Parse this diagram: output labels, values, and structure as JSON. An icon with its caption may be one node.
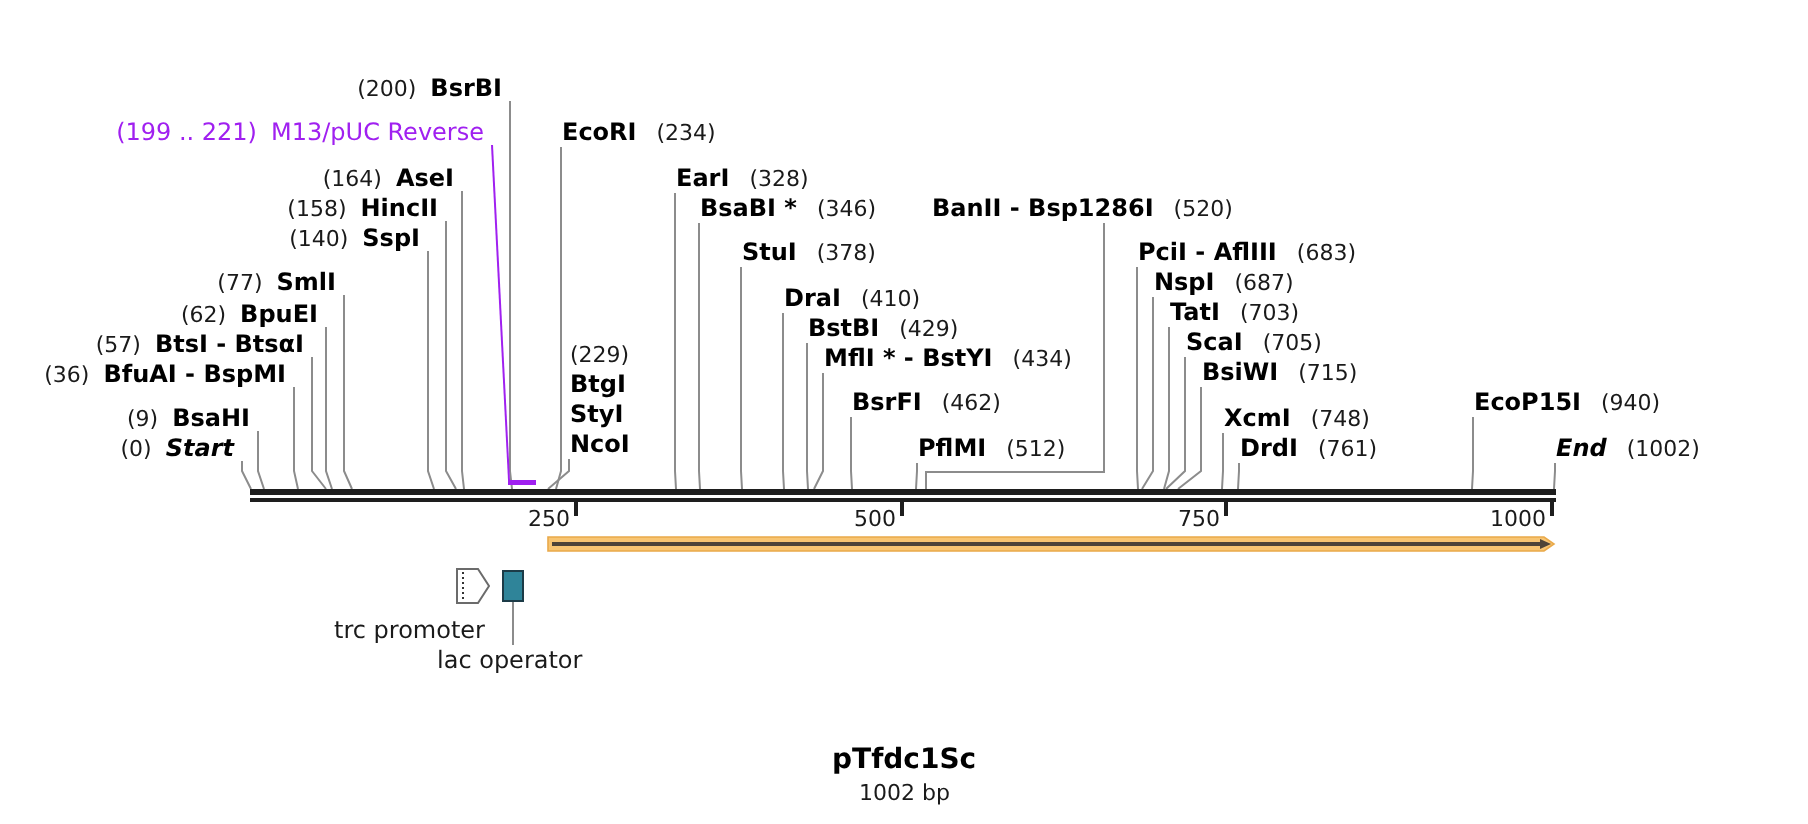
{
  "diagram": {
    "title": "pTfdc1Sc",
    "caption": "1002 bp",
    "nodes": [
      {
        "text": [
          "(200)",
          "BsrBI"
        ]
      },
      {
        "text": [
          "(199 .. 221)",
          "M13/pUC Reverse"
        ]
      },
      {
        "text": [
          "EcoRI",
          "(234)"
        ]
      },
      {
        "text": [
          "(164)",
          "AseI"
        ]
      },
      {
        "text": [
          "EarI",
          "(328)"
        ]
      },
      {
        "text": [
          "(158)",
          "HincII"
        ]
      },
      {
        "text": [
          "BsaBI *",
          "(346)"
        ]
      },
      {
        "text": [
          "BanII - Bsp1286I",
          "(520)"
        ]
      },
      {
        "text": [
          "(140)",
          "SspI"
        ]
      },
      {
        "text": [
          "StuI",
          "(378)"
        ]
      },
      {
        "text": [
          "PciI - AflIII",
          "(683)"
        ]
      },
      {
        "text": [
          "(77)",
          "SmlI"
        ]
      },
      {
        "text": [
          "NspI",
          "(687)"
        ]
      },
      {
        "text": [
          "DraI",
          "(410)"
        ]
      },
      {
        "text": [
          "(62)",
          "BpuEI"
        ]
      },
      {
        "text": [
          "TatI",
          "(703)"
        ]
      },
      {
        "text": [
          "BstBI",
          "(429)"
        ]
      },
      {
        "text": [
          "(57)",
          "BtsI - BtsαI"
        ]
      },
      {
        "text": [
          "ScaI",
          "(705)"
        ]
      },
      {
        "text": [
          "MflI * - BstYI",
          "(434)"
        ]
      },
      {
        "text": [
          "(36)",
          "BfuAI - BspMI"
        ]
      },
      {
        "text": [
          "BsiWI",
          "(715)"
        ]
      },
      {
        "text": [
          "(229)",
          "BtgI",
          "StyI",
          "NcoI"
        ]
      },
      {
        "text": [
          "BsrFI",
          "(462)"
        ]
      },
      {
        "text": [
          "EcoP15I",
          "(940)"
        ]
      },
      {
        "text": [
          "(9)",
          "BsaHI"
        ]
      },
      {
        "text": [
          "XcmI",
          "(748)"
        ]
      },
      {
        "text": [
          "(0)",
          "Start"
        ]
      },
      {
        "text": [
          "PflMI",
          "(512)"
        ]
      },
      {
        "text": [
          "DrdI",
          "(761)"
        ]
      },
      {
        "text": [
          "End",
          "(1002)"
        ]
      },
      {
        "text": [],
        "shape": "bar"
      },
      {
        "text": [],
        "shape": "bar"
      },
      {
        "text": [],
        "shape": "arrow"
      },
      {
        "text": [],
        "shape": "arrow",
        "beside": [
          "trc promoter"
        ]
      },
      {
        "text": [],
        "shape": "box"
      },
      {
        "text": [
          "lac operator"
        ]
      }
    ],
    "edges": [
      {
        "from": 0,
        "to": 32,
        "arrow": "none"
      },
      {
        "from": 1,
        "to": 31,
        "arrow": "none",
        "color": "#a020f0"
      },
      {
        "from": 2,
        "to": 32,
        "arrow": "none"
      },
      {
        "from": 3,
        "to": 32,
        "arrow": "none"
      },
      {
        "from": 4,
        "to": 32,
        "arrow": "none"
      },
      {
        "from": 5,
        "to": 32,
        "arrow": "none"
      },
      {
        "from": 6,
        "to": 32,
        "arrow": "none"
      },
      {
        "from": 7,
        "to": 32,
        "arrow": "none"
      },
      {
        "from": 8,
        "to": 32,
        "arrow": "none"
      },
      {
        "from": 9,
        "to": 32,
        "arrow": "none"
      },
      {
        "from": 10,
        "to": 32,
        "arrow": "none"
      },
      {
        "from": 11,
        "to": 32,
        "arrow": "none"
      },
      {
        "from": 12,
        "to": 32,
        "arrow": "none"
      },
      {
        "from": 13,
        "to": 32,
        "arrow": "none"
      },
      {
        "from": 14,
        "to": 32,
        "arrow": "none"
      },
      {
        "from": 15,
        "to": 32,
        "arrow": "none"
      },
      {
        "from": 16,
        "to": 32,
        "arrow": "none"
      },
      {
        "from": 17,
        "to": 32,
        "arrow": "none"
      },
      {
        "from": 18,
        "to": 32,
        "arrow": "none"
      },
      {
        "from": 19,
        "to": 32,
        "arrow": "none"
      },
      {
        "from": 20,
        "to": 32,
        "arrow": "none"
      },
      {
        "from": 21,
        "to": 32,
        "arrow": "none"
      },
      {
        "from": 22,
        "to": 32,
        "arrow": "none"
      },
      {
        "from": 23,
        "to": 32,
        "arrow": "none"
      },
      {
        "from": 24,
        "to": 32,
        "arrow": "none"
      },
      {
        "from": 25,
        "to": 32,
        "arrow": "none"
      },
      {
        "from": 26,
        "to": 32,
        "arrow": "none"
      },
      {
        "from": 27,
        "to": 32,
        "arrow": "none"
      },
      {
        "from": 28,
        "to": 32,
        "arrow": "none"
      },
      {
        "from": 29,
        "to": 32,
        "arrow": "none"
      },
      {
        "from": 30,
        "to": 32,
        "arrow": "none"
      },
      {
        "from": 36,
        "to": 35,
        "arrow": "none"
      }
    ],
    "labels": [
      "250",
      "500",
      "750",
      "1000"
    ]
  }
}
